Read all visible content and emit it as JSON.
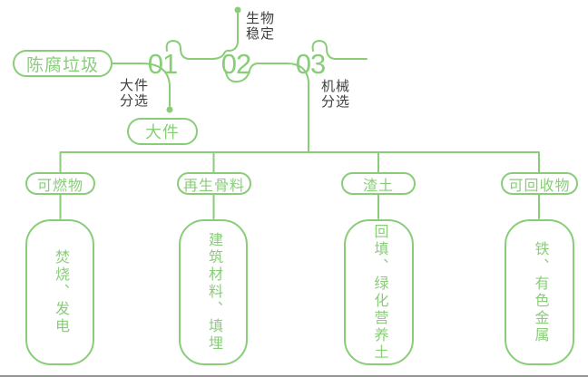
{
  "colors": {
    "green": "#89cd79",
    "label_text": "#3f3f3f",
    "divider": "#959595",
    "background": "#ffffff"
  },
  "flow": {
    "source_label": "陈腐垃圾",
    "steps": [
      {
        "number": "01",
        "process": "大件\n分选",
        "output": "大件"
      },
      {
        "number": "02",
        "process": "生物\n稳定"
      },
      {
        "number": "03",
        "process": "机械\n分选"
      }
    ]
  },
  "categories": [
    {
      "label": "可燃物",
      "detail": "焚烧、发电"
    },
    {
      "label": "再生骨料",
      "detail": "建筑材料、填埋"
    },
    {
      "label": "渣土",
      "detail": "回填、绿化营养土"
    },
    {
      "label": "可回收物",
      "detail": "铁、有色金属"
    }
  ]
}
